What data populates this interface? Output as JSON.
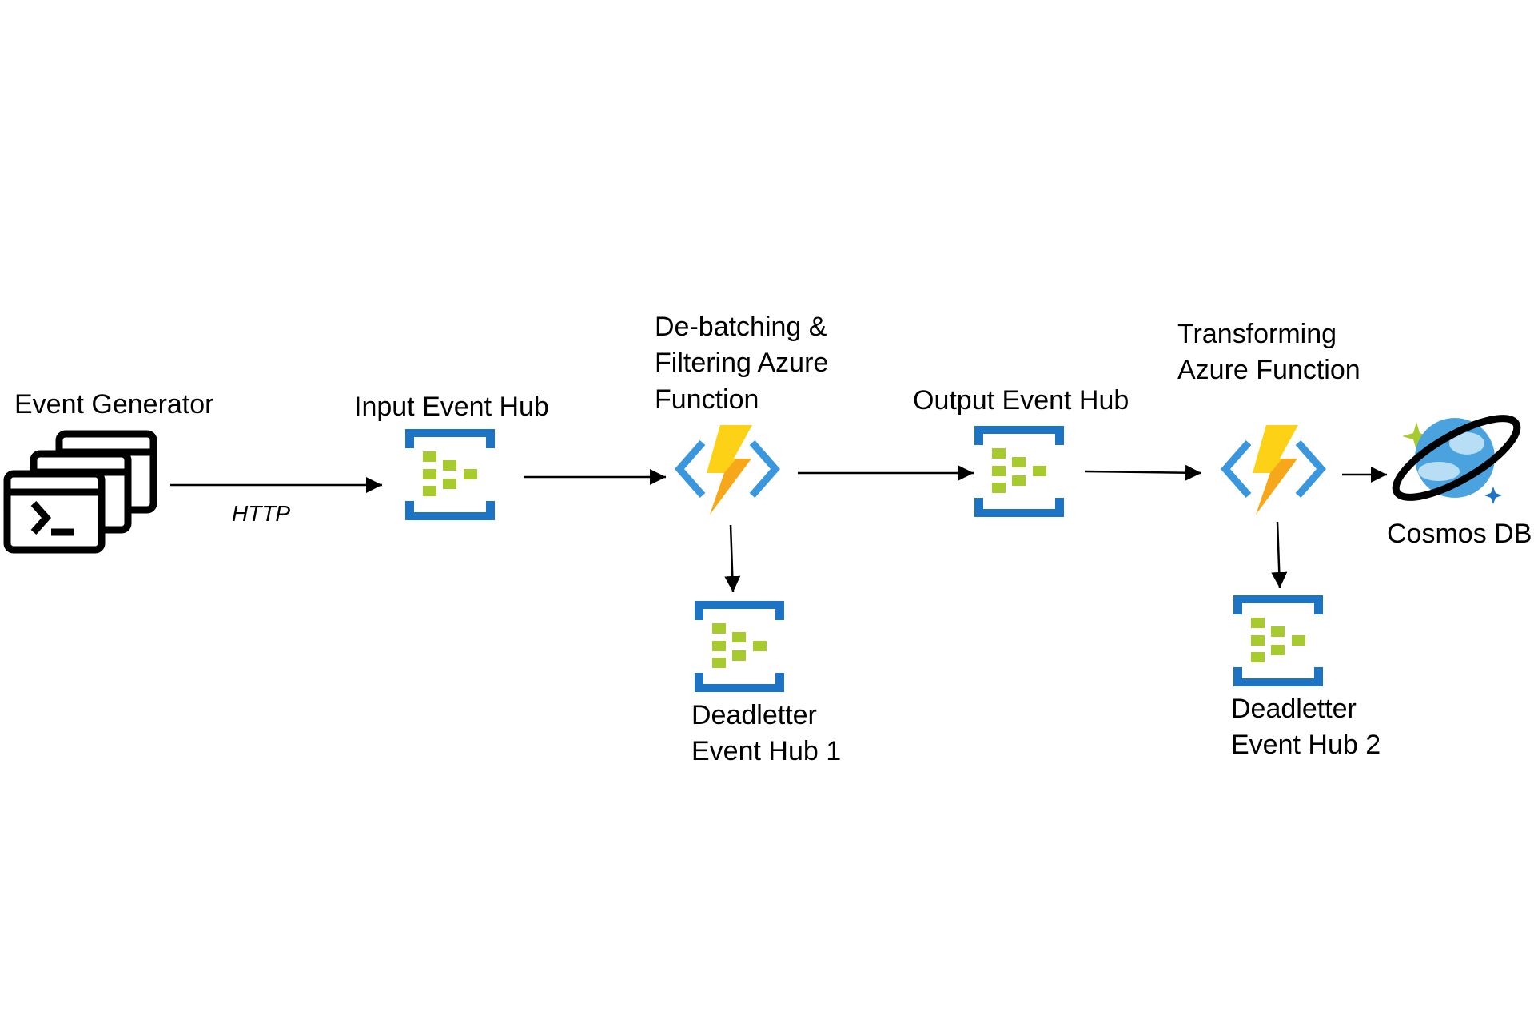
{
  "diagram": {
    "nodes": {
      "event_generator": {
        "label": "Event Generator",
        "icon": "event-generator-icon"
      },
      "input_hub": {
        "label": "Input Event Hub",
        "icon": "event-hub-icon"
      },
      "debatch_fn": {
        "label_lines": [
          "De-batching  &",
          "Filtering Azure",
          "Function"
        ],
        "icon": "azure-function-icon"
      },
      "deadletter_1": {
        "label_lines": [
          "Deadletter",
          "Event Hub 1"
        ],
        "icon": "event-hub-icon"
      },
      "output_hub": {
        "label": "Output Event Hub",
        "icon": "event-hub-icon"
      },
      "transform_fn": {
        "label_lines": [
          "Transforming",
          "Azure Function"
        ],
        "icon": "azure-function-icon"
      },
      "deadletter_2": {
        "label_lines": [
          "Deadletter",
          "Event Hub 2"
        ],
        "icon": "event-hub-icon"
      },
      "cosmos": {
        "label": "Cosmos DB",
        "icon": "cosmos-db-icon"
      }
    },
    "edges": [
      {
        "from": "event_generator",
        "to": "input_hub",
        "label": "HTTP"
      },
      {
        "from": "input_hub",
        "to": "debatch_fn",
        "label": ""
      },
      {
        "from": "debatch_fn",
        "to": "output_hub",
        "label": ""
      },
      {
        "from": "debatch_fn",
        "to": "deadletter_1",
        "label": ""
      },
      {
        "from": "output_hub",
        "to": "transform_fn",
        "label": ""
      },
      {
        "from": "transform_fn",
        "to": "cosmos",
        "label": ""
      },
      {
        "from": "transform_fn",
        "to": "deadletter_2",
        "label": ""
      }
    ],
    "colors": {
      "hub_blue": "#1e74c4",
      "hub_green": "#a7cb2f",
      "fn_bracket": "#3a96dd",
      "bolt_yellow": "#fcd116",
      "bolt_orange": "#f4a11b",
      "cosmos_blue": "#4aa3df",
      "cosmos_light": "#b7def4",
      "sparkle_green": "#a7cb2f"
    }
  }
}
